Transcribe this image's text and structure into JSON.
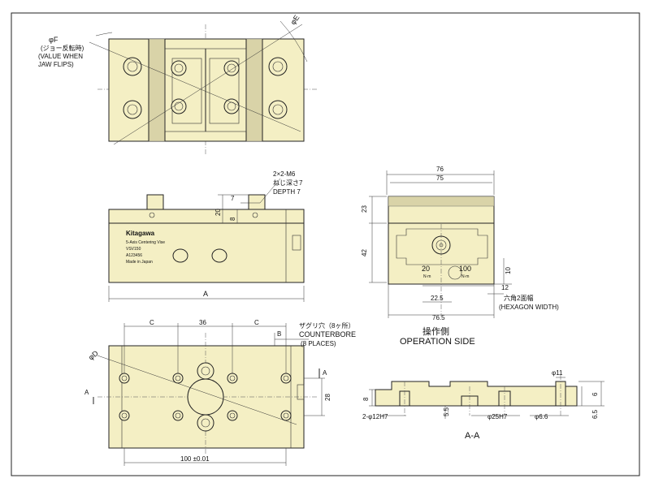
{
  "labels": {
    "phi_f": "φF",
    "jaw_flip_jp": "(ジョー反転時)",
    "jaw_flip_en1": "(VALUE WHEN",
    "jaw_flip_en2": "JAW FLIPS)",
    "phi_e": "φE",
    "tap_spec1": "2×2-M6",
    "tap_spec2": "ねじ深さ7",
    "tap_spec3": "DEPTH 7",
    "dim_20": "20",
    "dim_8": "8",
    "dim_7": "7",
    "dim_A": "A",
    "brand": "Kitagawa",
    "plate_line1": "5-Axis Centering Vise",
    "plate_line2": "VSV150",
    "plate_line3": "A123456",
    "plate_line4": "Made in Japan",
    "dim_76": "76",
    "dim_75": "75",
    "dim_23": "23",
    "dim_42": "42",
    "dim_20b": "20",
    "unit_nm1": "N·m",
    "dim_100": "100",
    "unit_nm2": "N·m",
    "dim_10": "10",
    "dim_12": "12",
    "dim_22_5": "22.5",
    "dim_76_5": "76.5",
    "hex_jp": "六角2面幅",
    "hex_en": "(HEXAGON WIDTH)",
    "op_side_jp": "操作側",
    "op_side_en": "OPERATION SIDE",
    "dim_C1": "C",
    "dim_36": "36",
    "dim_C2": "C",
    "dim_B": "B",
    "cbore_jp": "ザグリ穴（8ヶ所）",
    "cbore_en1": "COUNTERBORE",
    "cbore_en2": "(8 PLACES)",
    "phi_d": "φD",
    "section_a_right": "A",
    "section_a_left": "A",
    "dim_28": "28",
    "dim_100_tol": "100 ±0.01",
    "sec_phi11": "φ11",
    "sec_8": "8",
    "sec_12h7": "2-φ12H7",
    "sec_5_5a": "5.5",
    "sec_25h7": "φ25H7",
    "sec_6_6": "φ6.6",
    "sec_6": "6",
    "sec_6_5": "6.5",
    "section_title": "A-A"
  }
}
